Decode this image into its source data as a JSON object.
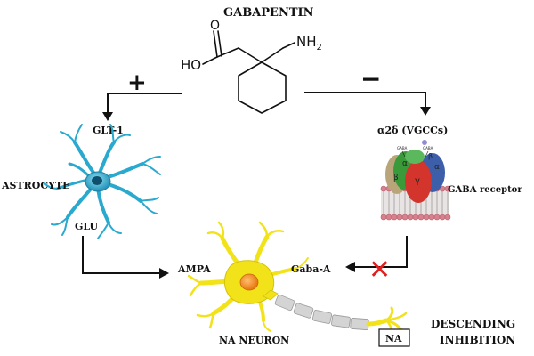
{
  "title": "GABAPENTIN",
  "molecule": {
    "carboxyl_group": "HO",
    "amine_group": "NH",
    "amine_subscript": "2"
  },
  "left_pathway": {
    "sign": "+",
    "target": "GLT-1",
    "cell": "ASTROCYTE",
    "output": "GLU"
  },
  "right_pathway": {
    "sign": "−",
    "target": "α2δ (VGCCs)",
    "receptor": "GABA receptor",
    "subunits": [
      "α",
      "β",
      "γ",
      "α",
      "β"
    ],
    "small_labels": [
      "GABA",
      "GABA"
    ],
    "block_symbol": "✕"
  },
  "neuron": {
    "name": "NA NEURON",
    "receptor_left": "AMPA",
    "receptor_right": "Gaba-A",
    "terminal_box": "NA"
  },
  "outcome": {
    "line1": "DESCENDING",
    "line2": "INHIBITION"
  },
  "colors": {
    "astrocyte": "#2aa9cf",
    "neuron_body": "#f2e21a",
    "neuron_nucleus": "#f08a18",
    "axon_segment": "#d4d4d4",
    "subunit_green": "#3a9a3a",
    "subunit_red": "#d3342b",
    "subunit_blue": "#3d5ea8",
    "subunit_tan": "#b9a57a",
    "membrane": "#d8808c",
    "block_cross": "#e02020"
  }
}
